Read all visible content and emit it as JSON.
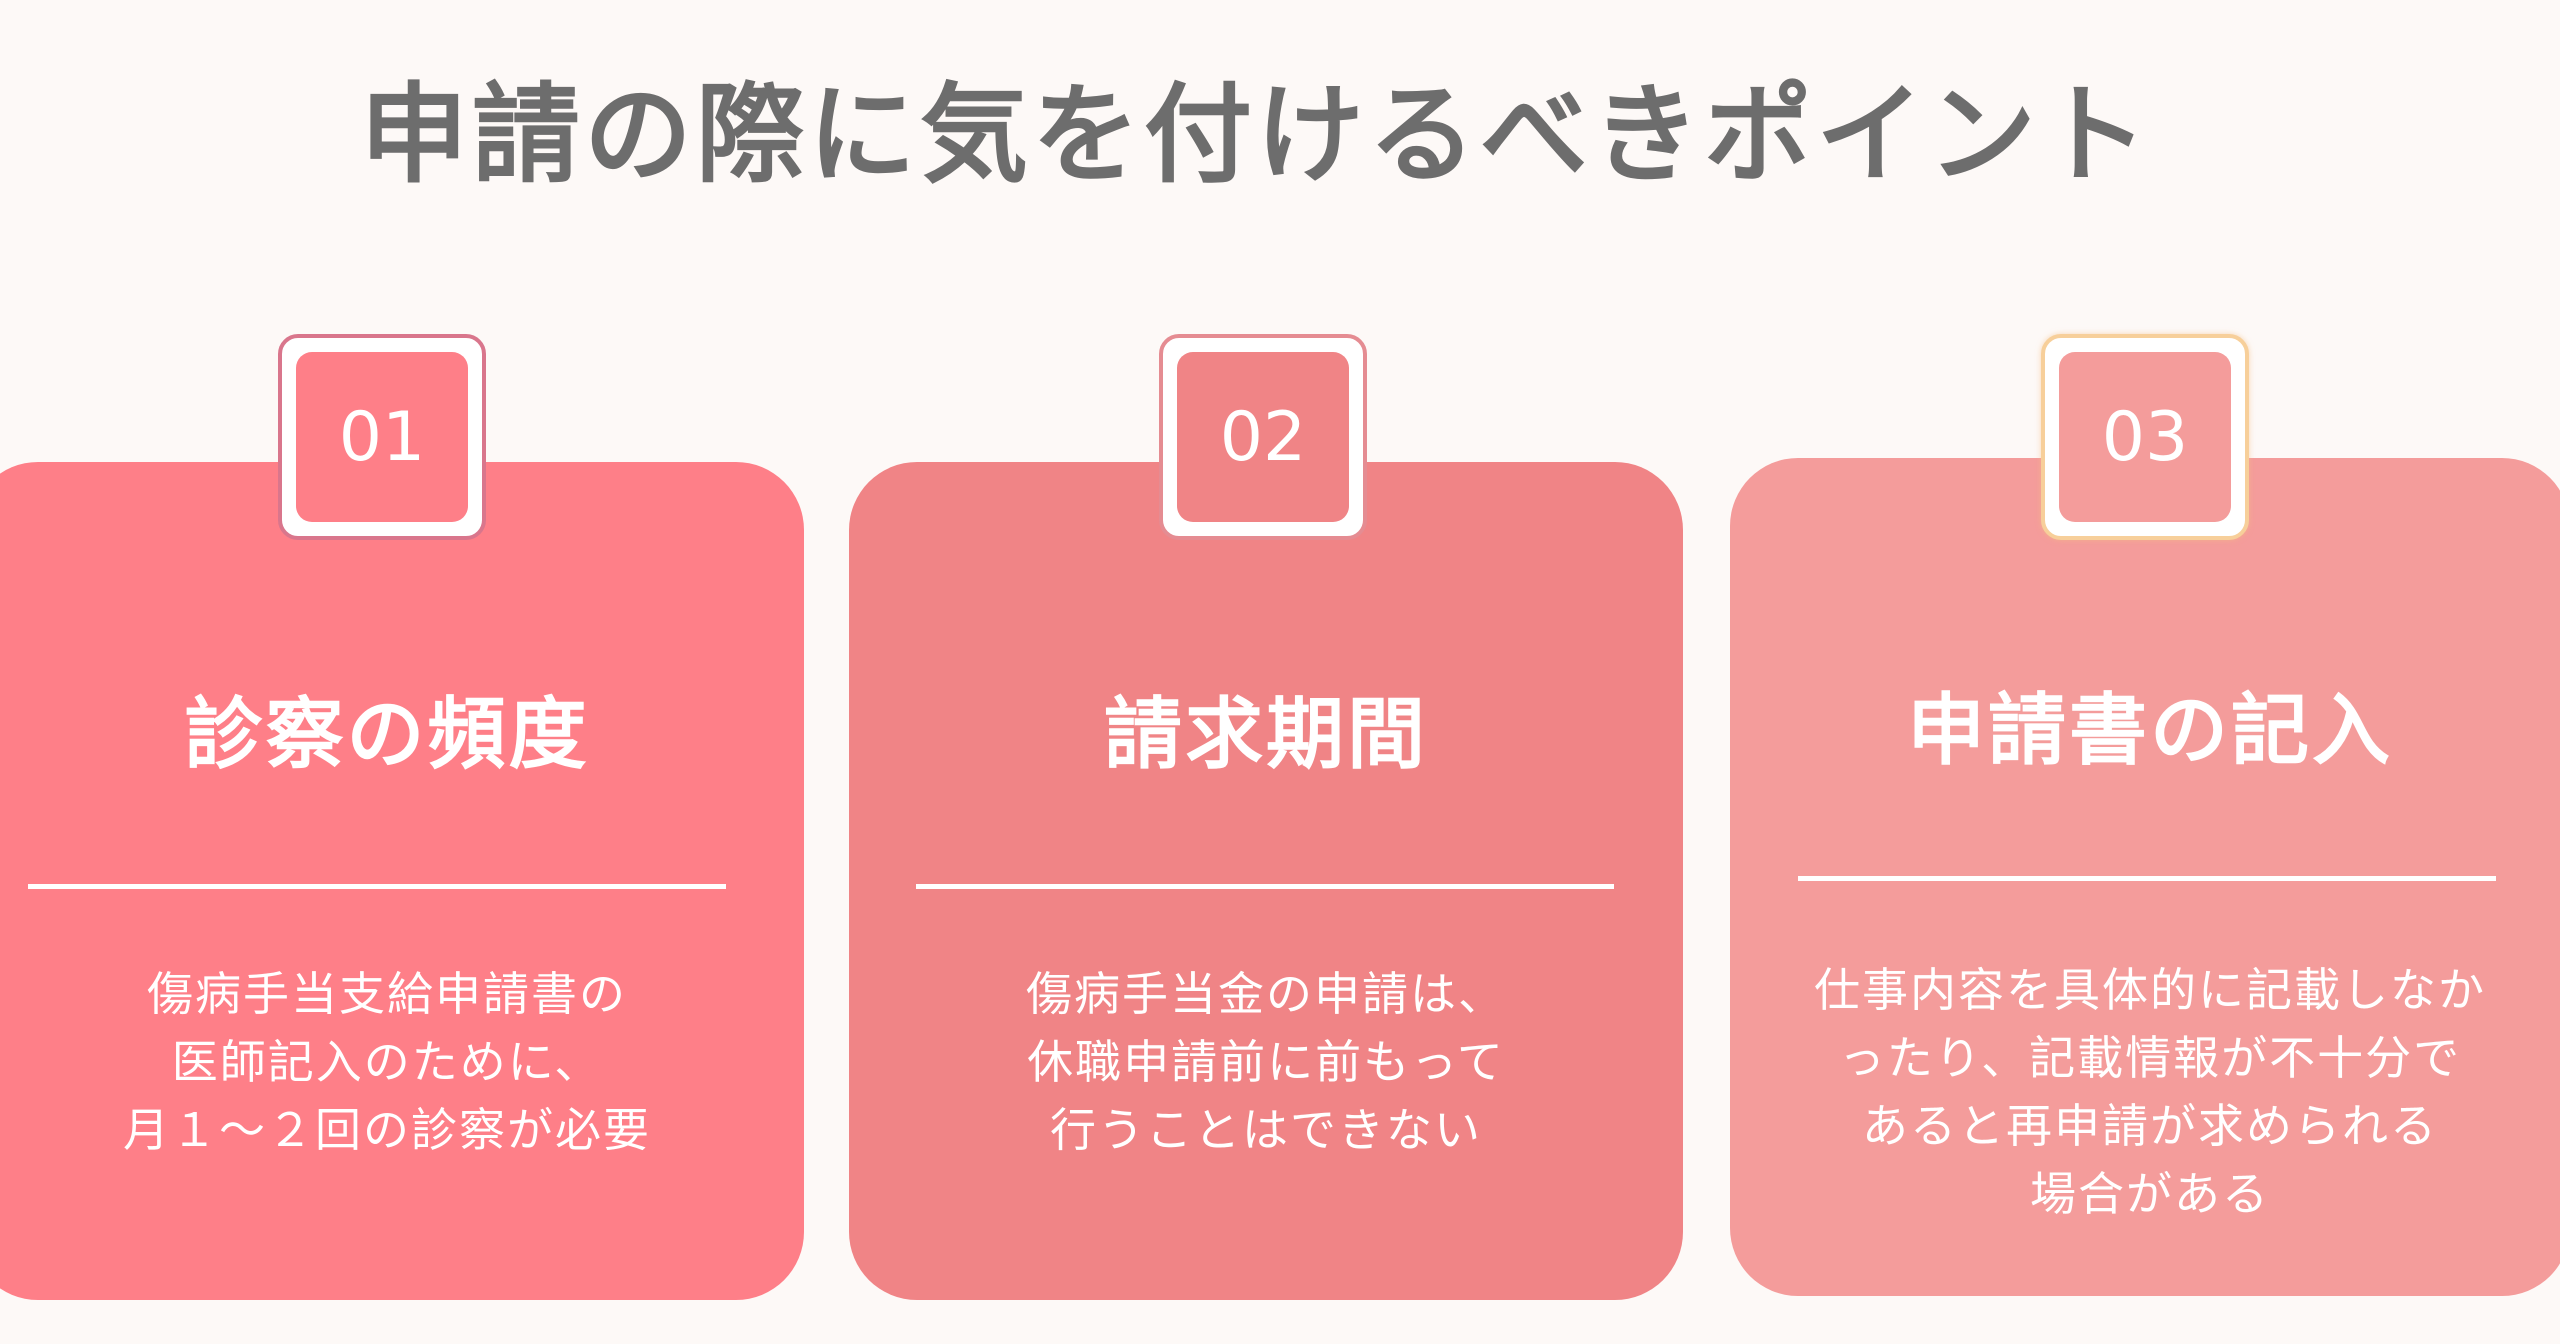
{
  "title": "申請の際に気を付けるべきポイント",
  "cards": [
    {
      "number": "01",
      "heading": "診察の頻度",
      "lines": [
        "傷病手当支給申請書の",
        "医師記入のために、",
        "月１〜２回の診察が必要"
      ],
      "color": "#fe7f88"
    },
    {
      "number": "02",
      "heading": "請求期間",
      "lines": [
        "傷病手当金の申請は、",
        "休職申請前に前もって",
        "行うことはできない"
      ],
      "color": "#f08486"
    },
    {
      "number": "03",
      "heading": "申請書の記入",
      "lines": [
        "仕事内容を具体的に記載しなか",
        "ったり、記載情報が不十分で",
        "あると再申請が求められる",
        "場合がある"
      ],
      "color": "#f49c9b"
    }
  ],
  "colors": {
    "background": "#fdf9f7",
    "title_text": "#6d6d6d"
  }
}
